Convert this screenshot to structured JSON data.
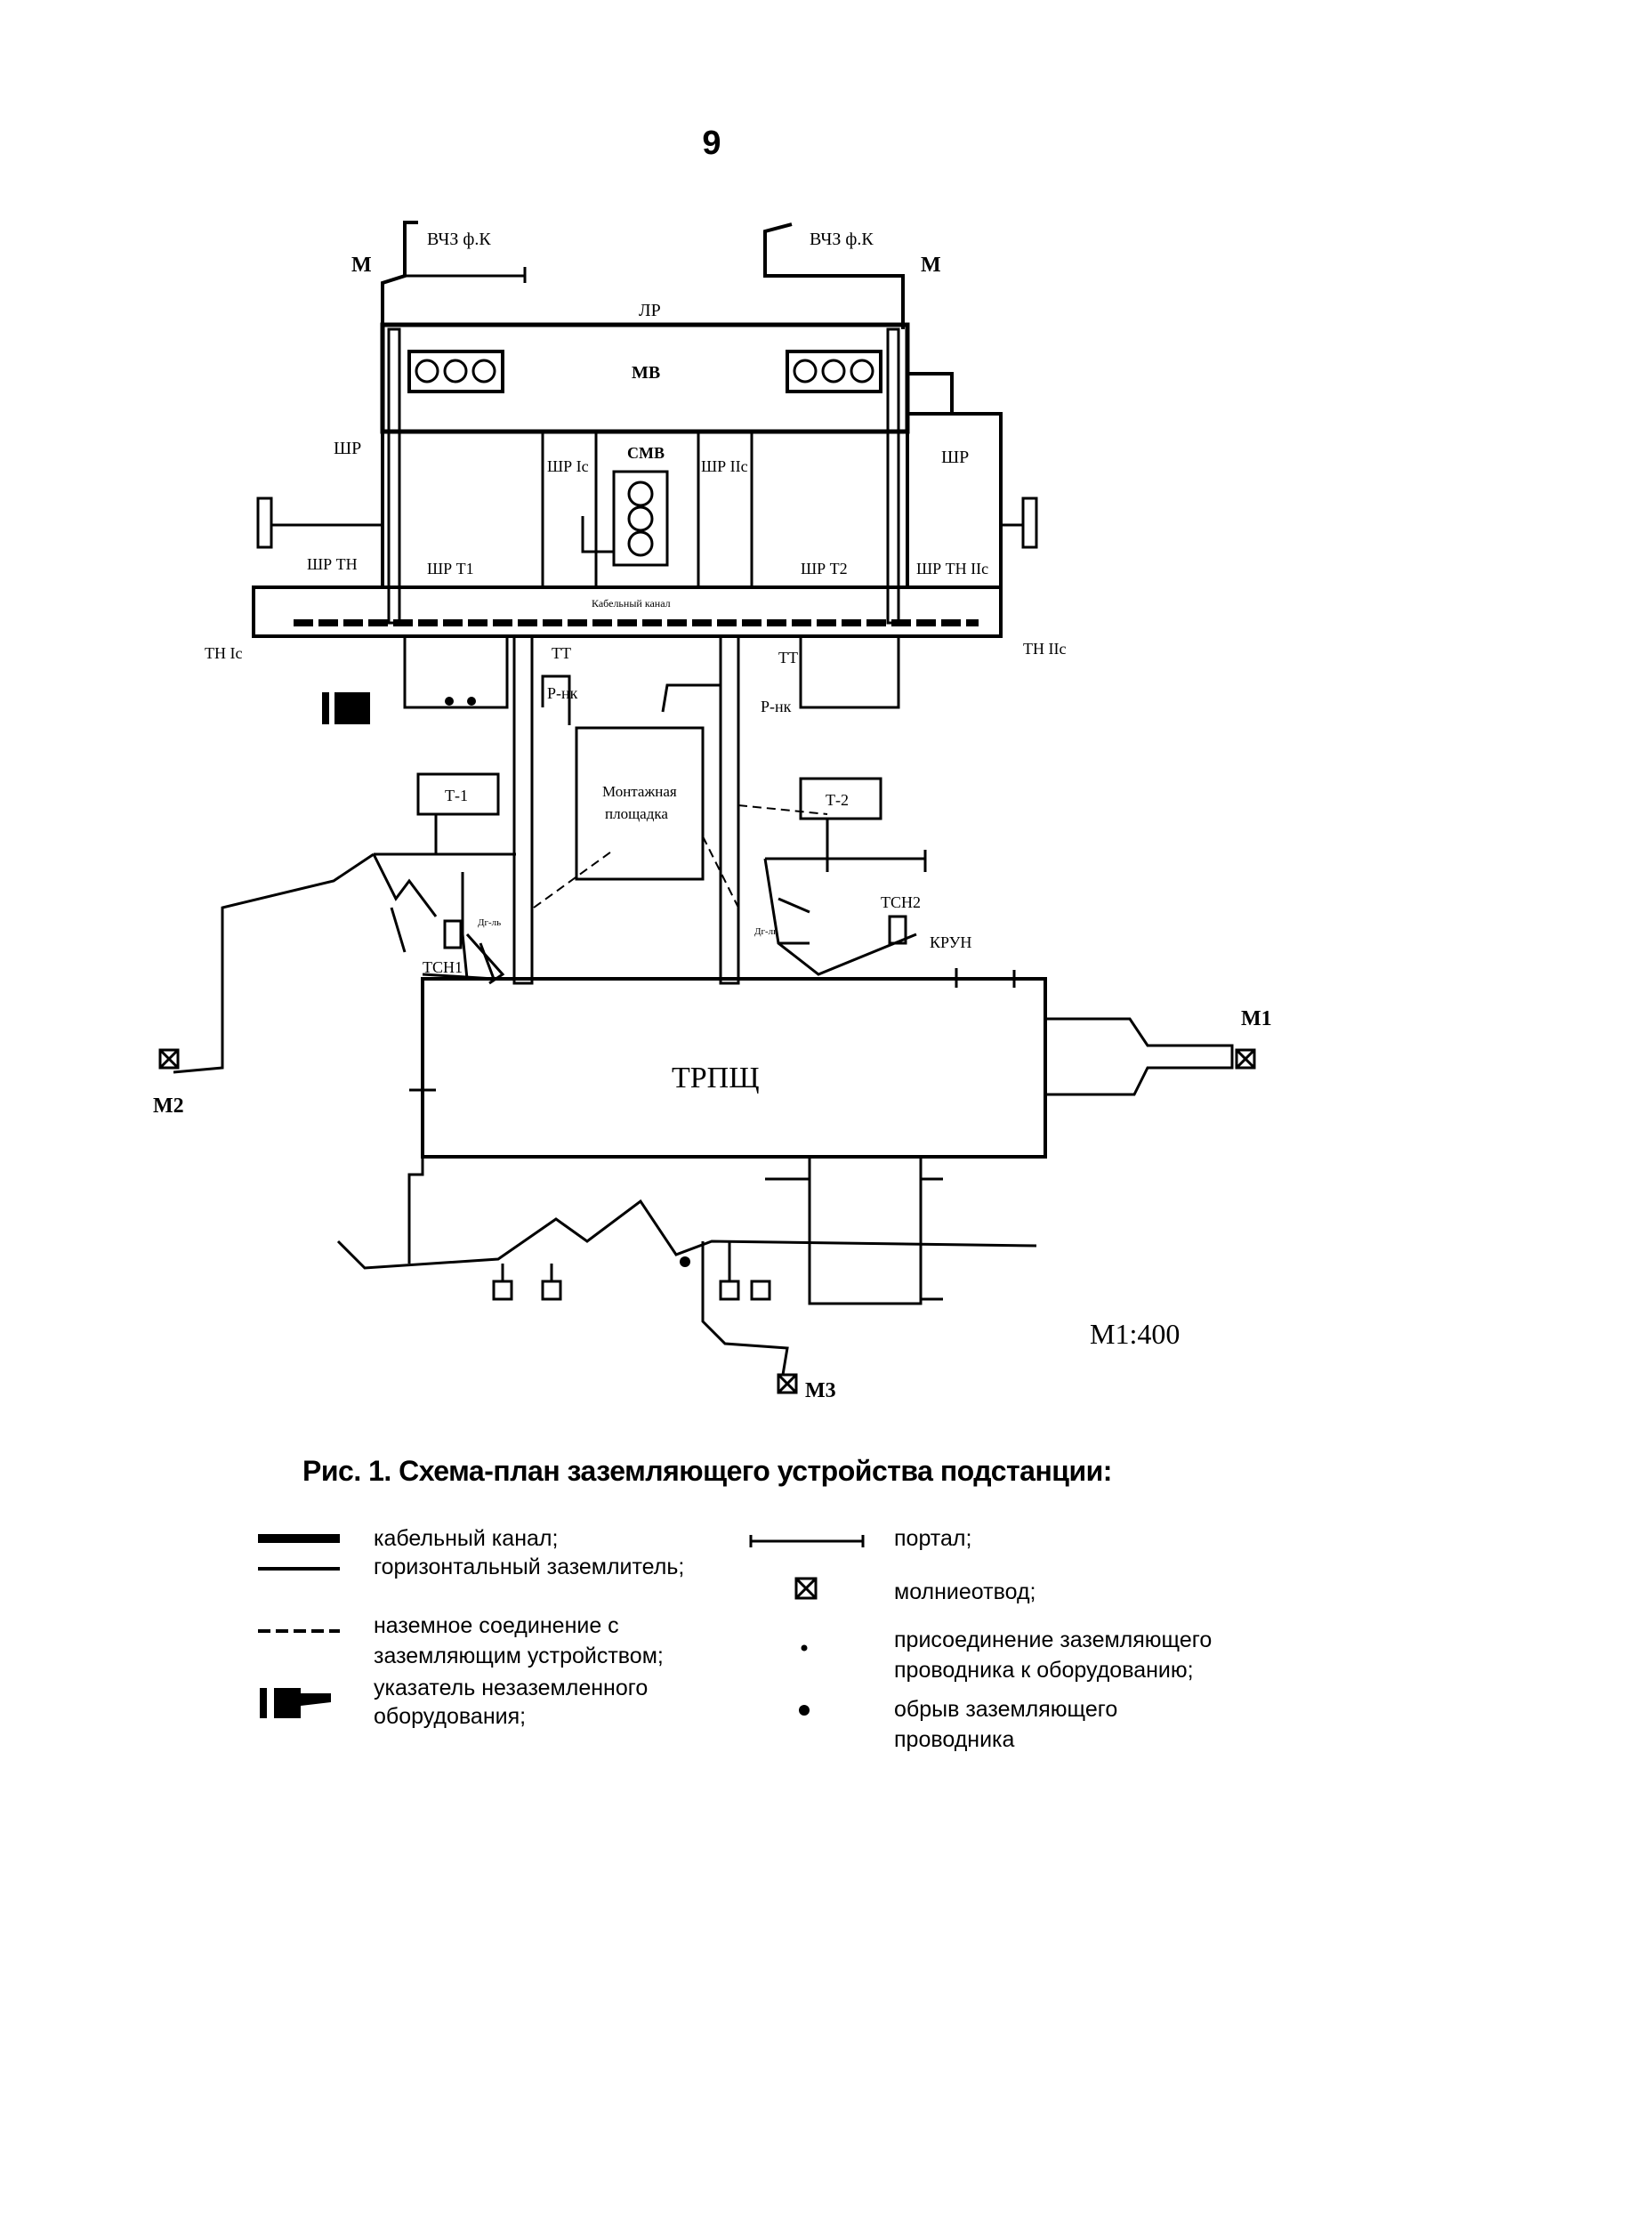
{
  "page_number": "9",
  "diagram": {
    "labels": {
      "vchz_left": "ВЧЗ ф.К",
      "vchz_right": "ВЧЗ ф.К",
      "m_left": "М",
      "m_right": "М",
      "lr": "ЛР",
      "mv": "МВ",
      "shr_left": "ШР",
      "shr_right": "ШР",
      "shr_1c": "ШР Iс",
      "smv": "СМВ",
      "shr_2c": "ШР IIс",
      "shr_tn": "ШР ТН",
      "shr_t1": "ШР Т1",
      "shr_t2": "ШР Т2",
      "shr_tn2c": "ШР ТН IIс",
      "cable_channel": "Кабельный канал",
      "tn1c": "ТН Iс",
      "tn2c": "ТН IIс",
      "tt_left": "ТТ",
      "tt_right": "ТТ",
      "rnk_left": "Р-нк",
      "rnk_right": "Р-нк",
      "assembly_1": "Монтажная",
      "assembly_2": "площадка",
      "t1": "Т-1",
      "t2": "Т-2",
      "dgl_left": "Дг-ль",
      "dgl_right": "Дг-ль",
      "tsn1": "ТСН1",
      "tsn2": "ТСН2",
      "kru": "КРУН",
      "trpsh": "ТРПЩ",
      "m1": "М1",
      "m2": "М2",
      "m3": "М3",
      "scale": "М1:400"
    }
  },
  "caption": "Рис. 1. Схема-план заземляющего устройства подстанции:",
  "legend": {
    "cable_channel": "кабельный канал;",
    "horizontal": "горизонтальный заземлитель;",
    "ground_conn_1": "наземное соединение с",
    "ground_conn_2": "заземляющим устройством;",
    "pointer_1": "указатель незаземленного",
    "pointer_2": "оборудования;",
    "portal": "портал;",
    "lightning": "молниеотвод;",
    "attach_1": "присоединение заземляющего",
    "attach_2": "проводника к оборудованию;",
    "break_1": "обрыв заземляющего",
    "break_2": "проводника"
  }
}
